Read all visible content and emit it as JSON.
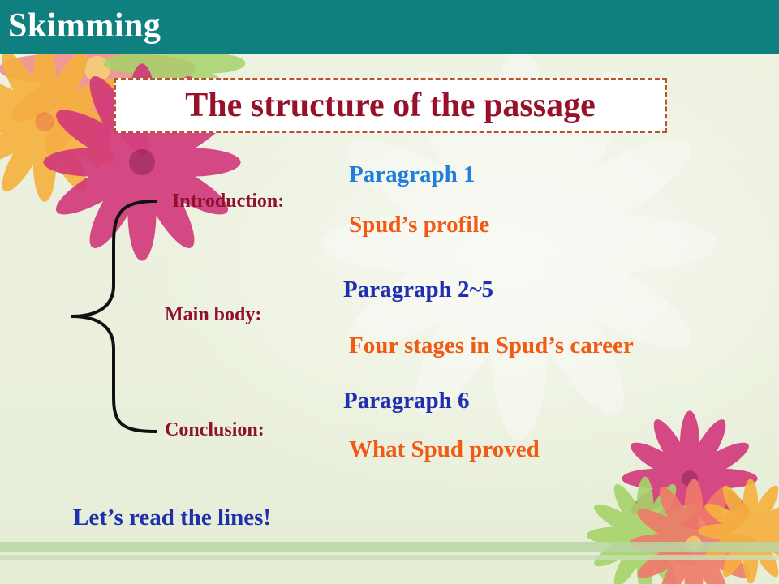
{
  "header": {
    "title": "Skimming"
  },
  "title_box": {
    "text": "The structure of the passage"
  },
  "sections": [
    {
      "label": "Introduction:",
      "paragraph": "Paragraph 1",
      "description": "Spud’s profile"
    },
    {
      "label": "Main body:",
      "paragraph": "Paragraph 2~5",
      "description": "Four stages in Spud’s career"
    },
    {
      "label": "Conclusion:",
      "paragraph": "Paragraph 6",
      "description": "What Spud proved"
    }
  ],
  "footer": {
    "text": "Let’s read the lines!"
  },
  "colors": {
    "header_bg": "#0f7f7f",
    "title_text": "#99102a",
    "title_border": "#b5552a",
    "label": "#8e1230",
    "paragraph_blue": "#1f7fd8",
    "paragraph_dark_blue": "#1f2fb0",
    "description": "#f05a12"
  }
}
